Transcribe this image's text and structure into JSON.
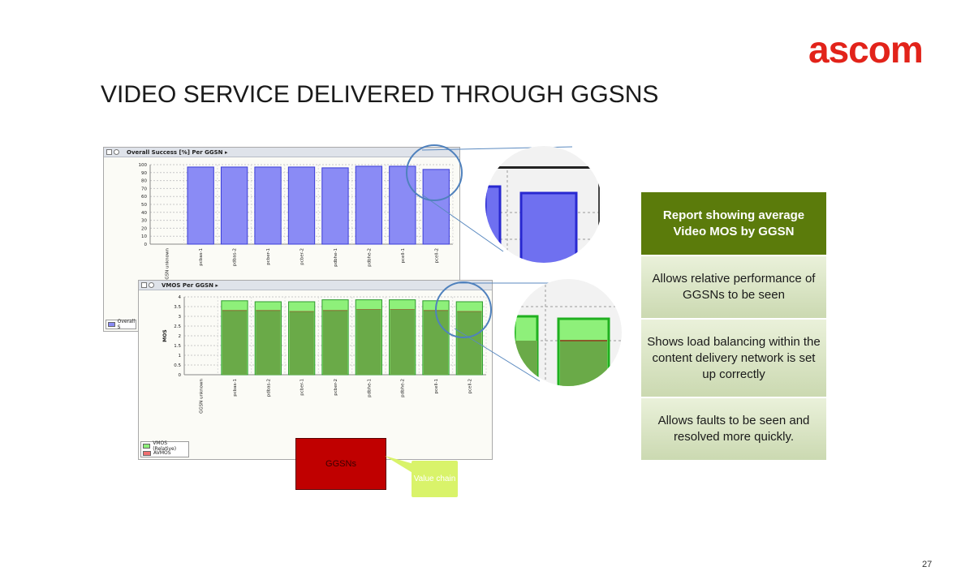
{
  "logo": {
    "text": "ascom"
  },
  "page": {
    "title": "VIDEO SERVICE DELIVERED THROUGH GGSNS",
    "number": "27"
  },
  "chart_data": [
    {
      "type": "bar",
      "title": "Overall Success [%] Per GGSN",
      "categories": [
        "GSN unknown",
        "pcbas-1",
        "pdbas-2",
        "pcber-1",
        "pcber-2",
        "pdbhe-1",
        "pdbhe-2",
        "pcell-1",
        "pcell-2"
      ],
      "series": [
        {
          "name": "Overall S",
          "values": [
            0,
            97,
            97,
            97,
            97,
            96,
            98,
            98,
            94
          ]
        }
      ],
      "ylim": [
        0,
        100
      ],
      "yticks": [
        "0",
        "10",
        "20",
        "30",
        "40",
        "50",
        "60",
        "70",
        "80",
        "90",
        "100"
      ],
      "grid": true,
      "legend": "bottom-left",
      "colors": {
        "bar": "#8a8bf5",
        "bar_border": "#3a3cd8"
      }
    },
    {
      "type": "bar",
      "title": "VMOS Per GGSN",
      "ylabel": "MOS",
      "categories": [
        "GGSN unknown",
        "pcbas-1",
        "pdbas-2",
        "pcber-1",
        "pcber-2",
        "pdbhe-1",
        "pdbhe-2",
        "pcell-1",
        "pcell-2"
      ],
      "series": [
        {
          "name": "VMOS (Relative)",
          "values": [
            0,
            3.8,
            3.75,
            3.75,
            3.85,
            3.85,
            3.85,
            3.8,
            3.75
          ]
        },
        {
          "name": "AVMOS",
          "values": [
            0,
            3.3,
            3.3,
            3.25,
            3.3,
            3.35,
            3.35,
            3.3,
            3.25
          ]
        }
      ],
      "ylim": [
        0,
        4
      ],
      "yticks": [
        "0",
        "0.5",
        "1",
        "1.5",
        "2",
        "2.5",
        "3",
        "3.5",
        "4"
      ],
      "grid": true,
      "legend": "bottom-left",
      "colors": {
        "bar": "#8ef07a",
        "bar_inner": "#6aaa48",
        "bar_border": "#2e9a2e",
        "avmos": "#f07070"
      }
    }
  ],
  "ggsn_box": {
    "label": "GGSNs"
  },
  "value_chain": {
    "label": "Value chain"
  },
  "side_panel": {
    "heading": "Report showing average Video MOS by GGSN",
    "items": [
      "Allows relative performance of GGSNs to be seen",
      "Shows load balancing within the content delivery network is set up correctly",
      "Allows faults to be seen and resolved more quickly."
    ]
  }
}
